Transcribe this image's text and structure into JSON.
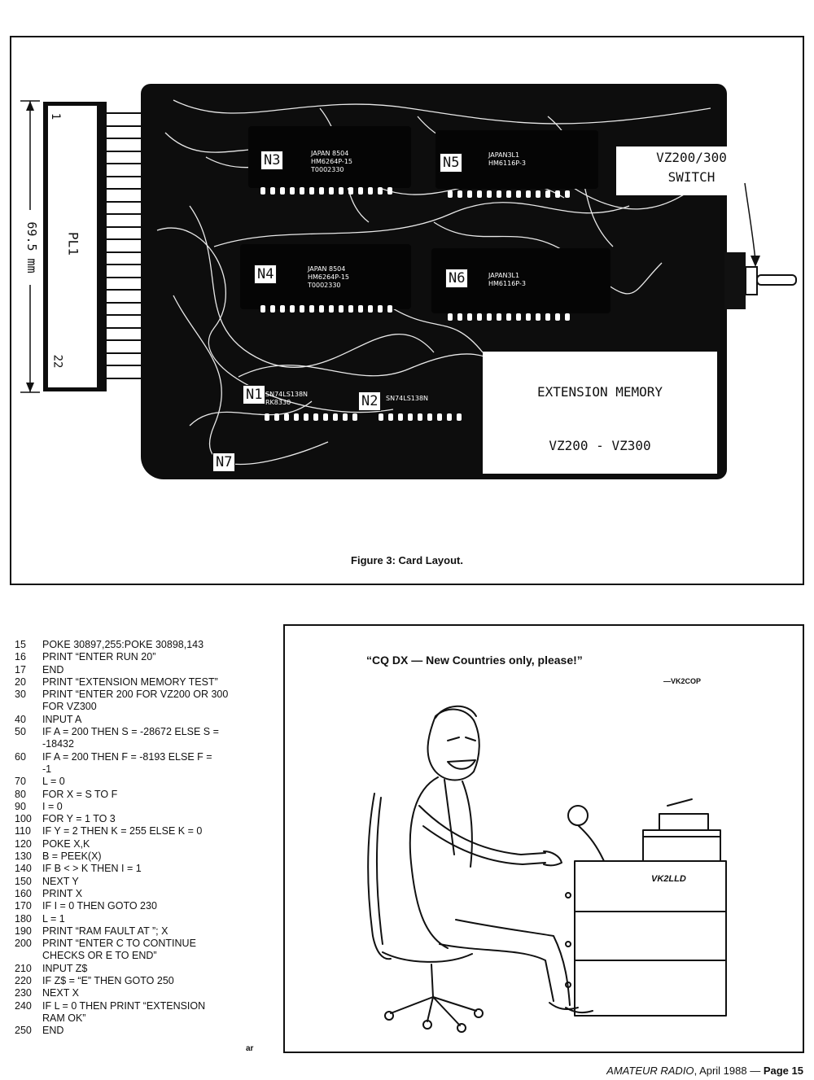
{
  "figure": {
    "caption": "Figure 3: Card Layout.",
    "dimension_label": "69.5 mm",
    "connector_label": "PL1",
    "pin_first": "1",
    "pin_last": "22",
    "chips": [
      {
        "id": "N3",
        "line1": "JAPAN 8504",
        "line2": "HM6264P-15",
        "line3": "T0002330"
      },
      {
        "id": "N5",
        "line1": "JAPAN3L1",
        "line2": "HM6116P-3",
        "line3": ""
      },
      {
        "id": "N4",
        "line1": "JAPAN 8504",
        "line2": "HM6264P-15",
        "line3": "T0002330"
      },
      {
        "id": "N6",
        "line1": "JAPAN3L1",
        "line2": "HM6116P-3",
        "line3": ""
      },
      {
        "id": "N1",
        "line1": "SN74LS138N",
        "line2": "RK8330",
        "line3": ""
      },
      {
        "id": "N2",
        "line1": "SN74LS138N",
        "line2": "",
        "line3": ""
      },
      {
        "id": "N7",
        "line1": "",
        "line2": "",
        "line3": ""
      }
    ],
    "switch_label_1": "VZ200/300",
    "switch_label_2": "SWITCH",
    "ext_title": "EXTENSION MEMORY",
    "ext_models": "VZ200 - VZ300"
  },
  "listing": [
    {
      "n": "15",
      "t": "POKE 30897,255:POKE 30898,143"
    },
    {
      "n": "16",
      "t": "PRINT “ENTER RUN 20”"
    },
    {
      "n": "17",
      "t": "END"
    },
    {
      "n": "20",
      "t": "PRINT “EXTENSION MEMORY TEST”"
    },
    {
      "n": "30",
      "t": "PRINT “ENTER 200 FOR VZ200 OR 300"
    },
    {
      "n": "",
      "t": "FOR VZ300"
    },
    {
      "n": "40",
      "t": "INPUT A"
    },
    {
      "n": "50",
      "t": "IF A = 200 THEN S = -28672 ELSE S ="
    },
    {
      "n": "",
      "t": "-18432"
    },
    {
      "n": "60",
      "t": "IF A = 200 THEN F = -8193 ELSE F ="
    },
    {
      "n": "",
      "t": "-1"
    },
    {
      "n": "70",
      "t": "L = 0"
    },
    {
      "n": "80",
      "t": "FOR X = S TO F"
    },
    {
      "n": "90",
      "t": "I = 0"
    },
    {
      "n": "100",
      "t": "FOR Y = 1 TO 3"
    },
    {
      "n": "110",
      "t": "IF Y = 2 THEN K = 255 ELSE K = 0"
    },
    {
      "n": "120",
      "t": "POKE X,K"
    },
    {
      "n": "130",
      "t": "B = PEEK(X)"
    },
    {
      "n": "140",
      "t": "IF B < > K THEN I = 1"
    },
    {
      "n": "150",
      "t": "NEXT Y"
    },
    {
      "n": "160",
      "t": "PRINT X"
    },
    {
      "n": "170",
      "t": "IF I = 0 THEN GOTO 230"
    },
    {
      "n": "180",
      "t": "L = 1"
    },
    {
      "n": "190",
      "t": "PRINT “RAM FAULT AT ”; X"
    },
    {
      "n": "200",
      "t": "PRINT “ENTER C TO CONTINUE"
    },
    {
      "n": "",
      "t": "CHECKS OR E TO END”"
    },
    {
      "n": "210",
      "t": "INPUT Z$"
    },
    {
      "n": "220",
      "t": "IF Z$ = “E” THEN GOTO 250"
    },
    {
      "n": "230",
      "t": "NEXT X"
    },
    {
      "n": "240",
      "t": "IF L = 0 THEN PRINT “EXTENSION"
    },
    {
      "n": "",
      "t": "RAM OK”"
    },
    {
      "n": "250",
      "t": "END"
    }
  ],
  "ar_mark": "ar",
  "cartoon": {
    "caption": "“CQ DX — New Countries only, please!”",
    "credit": "—VK2COP",
    "desk_label": "VK2LLD"
  },
  "footer": {
    "magazine": "AMATEUR RADIO",
    "issue": ", April 1988 — ",
    "page": "Page 15"
  }
}
